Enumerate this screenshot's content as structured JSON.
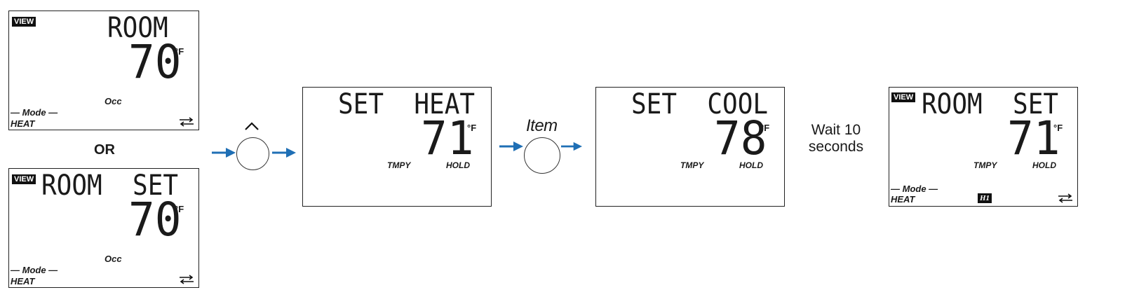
{
  "screen1": {
    "view_tag": "VIEW",
    "line1": "ROOM",
    "temp": "70",
    "unit": "°F",
    "occ": "Occ",
    "mode_label": "— Mode —",
    "mode_value": "HEAT"
  },
  "or_label": "OR",
  "screen2": {
    "view_tag": "VIEW",
    "line1": "ROOM  SET",
    "temp": "70",
    "unit": "°F",
    "occ": "Occ",
    "mode_label": "— Mode —",
    "mode_value": "HEAT"
  },
  "up_button": {
    "icon": "chevron-up-icon"
  },
  "screen3": {
    "line1": "SET  HEAT",
    "temp": "71",
    "unit": "°F",
    "tmpy": "TMPY",
    "hold": "HOLD"
  },
  "item_button": {
    "label": "Item"
  },
  "screen4": {
    "line1": "SET  COOL",
    "temp": "78",
    "unit": "°F",
    "tmpy": "TMPY",
    "hold": "HOLD"
  },
  "wait": {
    "line1": "Wait 10",
    "line2": "seconds"
  },
  "screen5": {
    "view_tag": "VIEW",
    "line1": "ROOM  SET",
    "temp": "71",
    "unit": "°F",
    "tmpy": "TMPY",
    "hold": "HOLD",
    "mode_label": "— Mode —",
    "mode_value": "HEAT",
    "h1": "H1"
  },
  "colors": {
    "arrow": "#1f6fb5",
    "ink": "#1a1a1a"
  }
}
